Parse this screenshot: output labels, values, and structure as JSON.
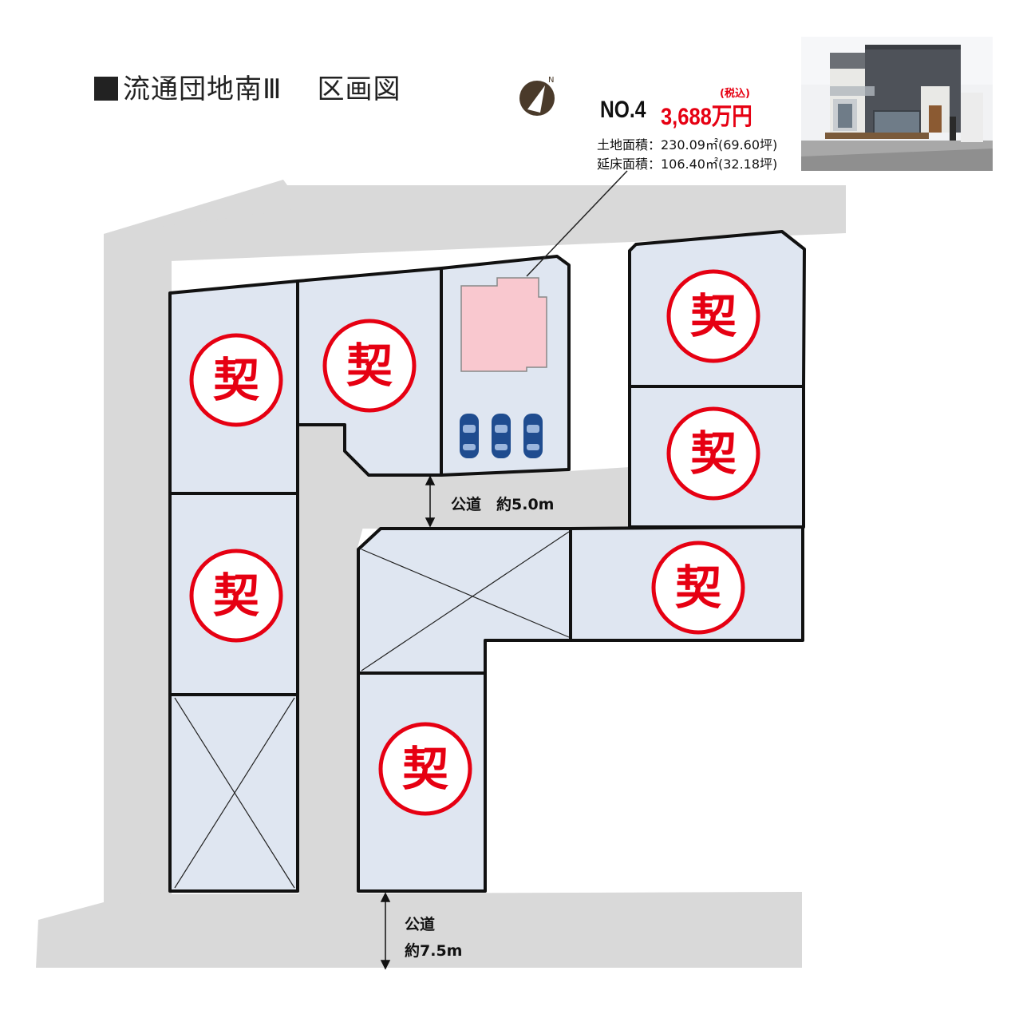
{
  "header": {
    "title_main": "流通団地南Ⅲ",
    "title_sub": "区画図"
  },
  "featured_lot": {
    "lot_no": "NO.4",
    "price": "3,688万円",
    "tax_note": "(税込)",
    "land_area": "土地面積：230.09㎡(69.60坪)",
    "floor_area": "延床面積：106.40㎡(32.18坪)"
  },
  "roads": {
    "inner_road": "公道　約5.0m",
    "south_road_line1": "公道",
    "south_road_line2": "約7.5m"
  },
  "sold_stamp": {
    "char": "契",
    "color": "#e60012"
  },
  "colors": {
    "road": "#d9d9d9",
    "lot_fill": "#dfe6f1",
    "house_fill": "#f9c8cf",
    "car": "#1f4c8f",
    "accent": "#e60012"
  },
  "icons": {
    "compass": "north-compass-icon",
    "car": "car-icon",
    "house_photo": "house-photo"
  },
  "lots": [
    {
      "id": "lot-a",
      "status": "sold"
    },
    {
      "id": "lot-b",
      "status": "sold"
    },
    {
      "id": "lot-no4",
      "status": "available"
    },
    {
      "id": "lot-c",
      "status": "sold"
    },
    {
      "id": "lot-d",
      "status": "sold"
    },
    {
      "id": "lot-e",
      "status": "sold"
    },
    {
      "id": "lot-f",
      "status": "sold"
    },
    {
      "id": "lot-g",
      "status": "sold"
    },
    {
      "id": "lot-h",
      "status": "open-space"
    },
    {
      "id": "lot-i",
      "status": "open-space"
    }
  ]
}
